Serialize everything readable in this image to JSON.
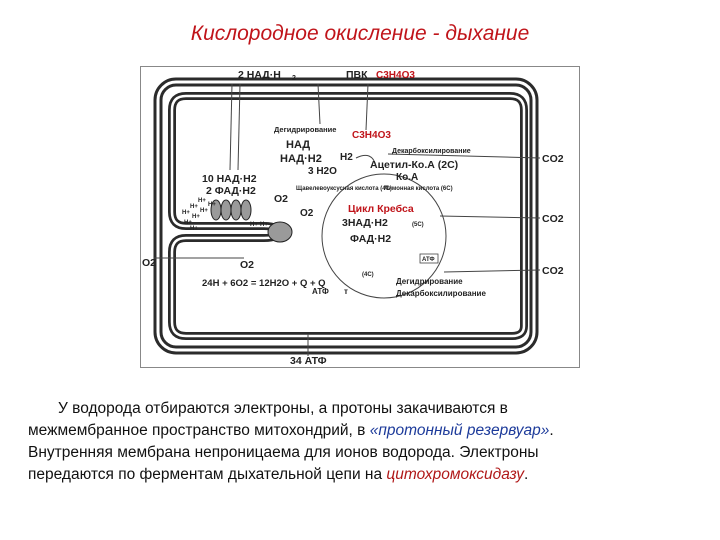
{
  "title": "Кислородное окисление - дыхание",
  "diagram": {
    "top_left_label": "2 НАД·Н",
    "top_left_sub": "2",
    "pvk_label": "ПВК",
    "pvk_formula": "C3H4O3",
    "degidr_top": "Дегидрирование",
    "formula_mid": "C3H4O3",
    "nad": "НАД",
    "nadh2": "НАД·Н2",
    "h2": "H2",
    "h2o": "3 H2O",
    "dekarb_top": "Декарбоксилирование",
    "acetyl": "Ацетил-Ко.А (2С)",
    "koa": "Ко.А",
    "nadh10": "10 НАД·Н2",
    "fadh2_left": "2 ФАД·Н2",
    "oxaloacetic": "Щавелевоуксусная кислота (4С)",
    "citric": "Лимонная кислота (6С)",
    "krebs": "Цикл Кребса",
    "nadh3": "3НАД·Н2",
    "fadh2": "ФАД·Н2",
    "c5": "(5С)",
    "c4": "(4С)",
    "atf_small": "АТФ",
    "o2_top": "O2",
    "o2_under": "O2",
    "o2_left": "O2",
    "o2_mid": "O2",
    "reaction": "24H + 6O2 = 12H2O + Q + Q",
    "atf_react": "АТФ",
    "t_mark": "т",
    "degidr_bottom": "Дегидрирование",
    "dekarb_bottom": "Декарбоксилирование",
    "co2_1": "CO2",
    "co2_2": "CO2",
    "co2_3": "CO2",
    "atf34": "34 АТФ",
    "protons": [
      "H+",
      "H+",
      "H+",
      "H+",
      "H+",
      "H+",
      "H+",
      "H+",
      "H+",
      "H+"
    ]
  },
  "caption": {
    "line1": "У водорода отбираются электроны, а протоны закачиваются в",
    "line2_a": "межмембранное пространство митохондрий, в ",
    "line2_em": "«протонный резервуар»",
    "line2_b": ".",
    "line3": "Внутренняя мембрана непроницаема для ионов водорода. Электроны",
    "line4_a": "передаются по ферментам дыхательной цепи на ",
    "line4_em": "цитохромоксидазу",
    "line4_b": "."
  },
  "colors": {
    "title": "#c0141a",
    "krebs": "#c0141a",
    "membrane": "#2b2b2b",
    "blue": "#1c3a9a"
  }
}
